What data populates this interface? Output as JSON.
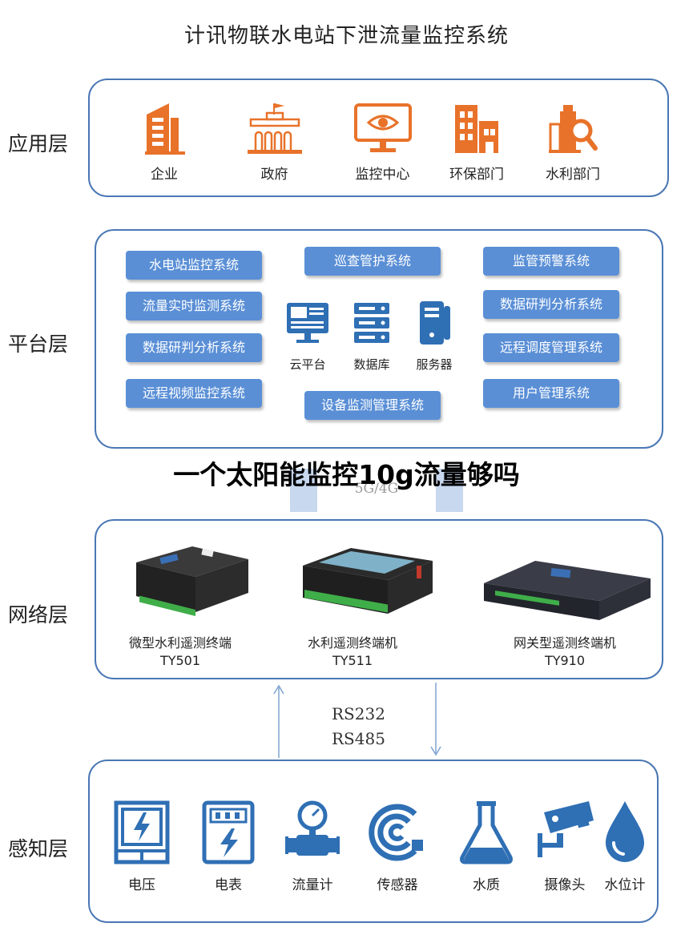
{
  "title": "计讯物联水电站下泄流量监控系统",
  "layers": {
    "app": "应用层",
    "platform": "平台层",
    "network": "网络层",
    "sensing": "感知层"
  },
  "app_items": [
    {
      "label": "企业",
      "icon": "building-icon"
    },
    {
      "label": "政府",
      "icon": "government-building-icon"
    },
    {
      "label": "监控中心",
      "icon": "monitor-eye-icon"
    },
    {
      "label": "环保部门",
      "icon": "factory-icon"
    },
    {
      "label": "水利部门",
      "icon": "water-agency-search-icon"
    }
  ],
  "platform": {
    "left_buttons": [
      "水电站监控系统",
      "流量实时监测系统",
      "数据研判分析系统",
      "远程视频监控系统"
    ],
    "right_buttons": [
      "监管预警系统",
      "数据研判分析系统",
      "远程调度管理系统",
      "用户管理系统"
    ],
    "top_button": "巡查管护系统",
    "bottom_button": "设备监测管理系统",
    "center_items": [
      {
        "label": "云平台",
        "icon": "cloud-platform-monitor-icon"
      },
      {
        "label": "数据库",
        "icon": "database-server-icon"
      },
      {
        "label": "服务器",
        "icon": "server-tower-icon"
      }
    ]
  },
  "overlay_text": "一个太阳能监控10g流量够吗",
  "network_tag": "5G/4G",
  "devices": [
    {
      "name": "微型水利遥测终端",
      "model": "TY501"
    },
    {
      "name": "水利遥测终端机",
      "model": "TY511"
    },
    {
      "name": "网关型遥测终端机",
      "model": "TY910"
    }
  ],
  "interfaces": {
    "line1": "RS232",
    "line2": "RS485"
  },
  "sensors": [
    {
      "label": "电压",
      "icon": "voltage-meter-icon"
    },
    {
      "label": "电表",
      "icon": "electricity-meter-icon"
    },
    {
      "label": "流量计",
      "icon": "flow-meter-icon"
    },
    {
      "label": "传感器",
      "icon": "sensor-signal-icon"
    },
    {
      "label": "水质",
      "icon": "water-quality-flask-icon"
    },
    {
      "label": "摄像头",
      "icon": "camera-icon"
    },
    {
      "label": "水位计",
      "icon": "water-level-drop-icon"
    }
  ],
  "colors": {
    "orange": "#e8722a",
    "blue": "#2f6fb4",
    "button": "#5a8fd6",
    "border": "#4a77b4"
  }
}
